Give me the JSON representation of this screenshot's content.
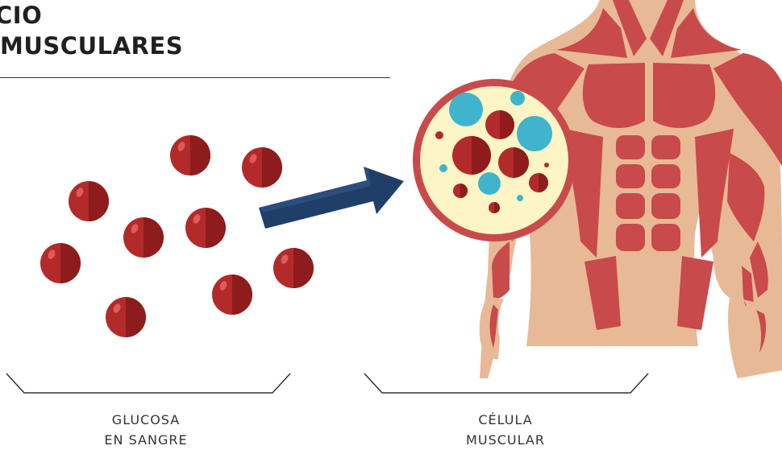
{
  "title": {
    "line1": "CIO",
    "line2": "MUSCULARES"
  },
  "labels": {
    "blood_glucose": [
      "GLUCOSA",
      "EN SANGRE"
    ],
    "muscle_cell": [
      "CÉLULA",
      "MUSCULAR"
    ]
  },
  "colors": {
    "glucose": "#b32a2a",
    "glucose_dark": "#8e1c1c",
    "muscle": "#c94a4a",
    "skin": "#e8b997",
    "arrow": "#1f3f68",
    "cell_bg": "#fdf5c5",
    "cell_ring": "#c94a4a",
    "fat_drop": "#3fb4cc",
    "text": "#231f20"
  },
  "icons": [
    "glucose-molecule-icon",
    "arrow-icon",
    "muscle-cell-icon",
    "human-torso-icon"
  ]
}
